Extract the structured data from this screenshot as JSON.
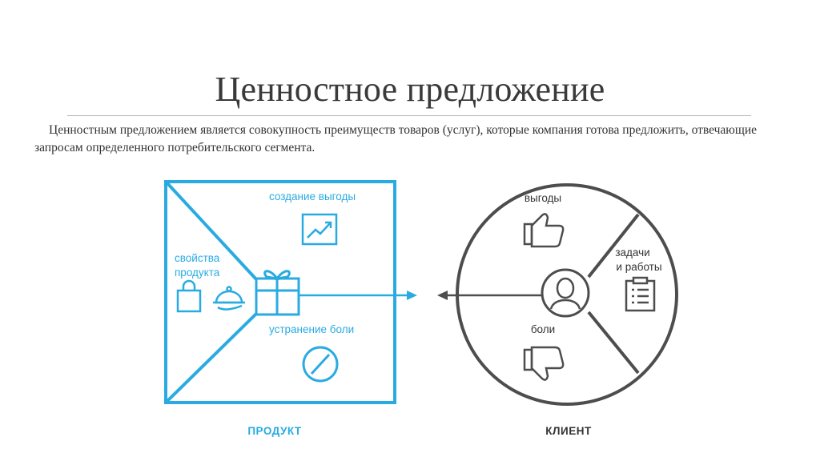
{
  "slide": {
    "title": "Ценностное предложение",
    "description": "Ценностным предложением является совокупность преимуществ товаров (услуг), которые компания готова предложить, отвечающие запросам определенного потребительского сегмента."
  },
  "product": {
    "gain_creators_label": "создание выгоды",
    "product_features_line1": "свойства",
    "product_features_line2": "продукта",
    "pain_relievers_label": "устранение боли",
    "caption": "ПРОДУКТ"
  },
  "customer": {
    "gains_label": "выгоды",
    "jobs_line1": "задачи",
    "jobs_line2": "и работы",
    "pains_label": "боли",
    "caption": "КЛИЕНТ"
  },
  "colors": {
    "product": "#29abe2",
    "customer": "#4d4d4d",
    "text": "#333333"
  },
  "icons": {
    "gain_creators": "chart-up-icon",
    "product_bag": "shopping-bag-icon",
    "product_service": "cloche-icon",
    "value_center": "gift-icon",
    "pain_relievers": "no-entry-icon",
    "gains": "thumbs-up-icon",
    "pains": "thumbs-down-icon",
    "jobs": "clipboard-icon",
    "customer_center": "user-icon"
  }
}
